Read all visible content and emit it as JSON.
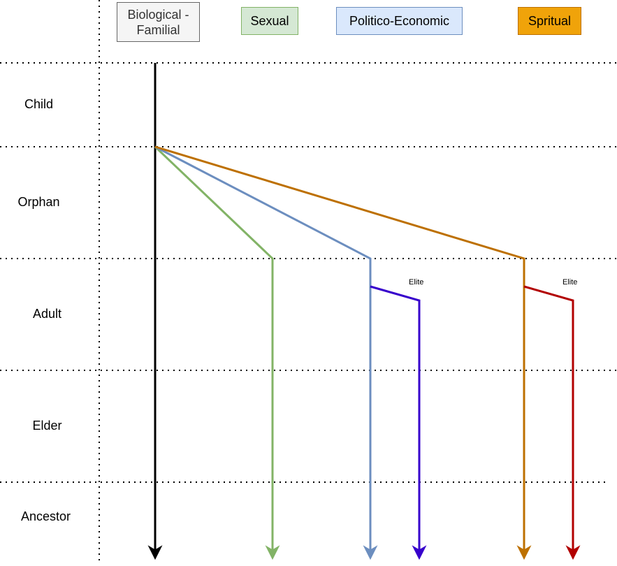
{
  "headers": [
    {
      "id": "biological",
      "label": "Biological - Familial",
      "fill": "#f5f5f5",
      "border": "#666666"
    },
    {
      "id": "sexual",
      "label": "Sexual",
      "fill": "#d5e8d4",
      "border": "#82b366"
    },
    {
      "id": "politico",
      "label": "Politico-Economic",
      "fill": "#dae8fc",
      "border": "#6c8ebf"
    },
    {
      "id": "spiritual",
      "label": "Spritual",
      "fill": "#f0a30a",
      "border": "#bd7000"
    }
  ],
  "rows": [
    {
      "label": "Child"
    },
    {
      "label": "Orphan"
    },
    {
      "label": "Adult"
    },
    {
      "label": "Elder"
    },
    {
      "label": "Ancestor"
    }
  ],
  "branches": [
    {
      "label": "Elite"
    },
    {
      "label": "Elite"
    }
  ],
  "colors": {
    "biological_line": "#000000",
    "sexual_line": "#82b366",
    "politico_line": "#6c8ebf",
    "politico_elite_line": "#3700cc",
    "spiritual_line": "#bd7000",
    "spiritual_elite_line": "#b20000",
    "grid": "#000000"
  }
}
